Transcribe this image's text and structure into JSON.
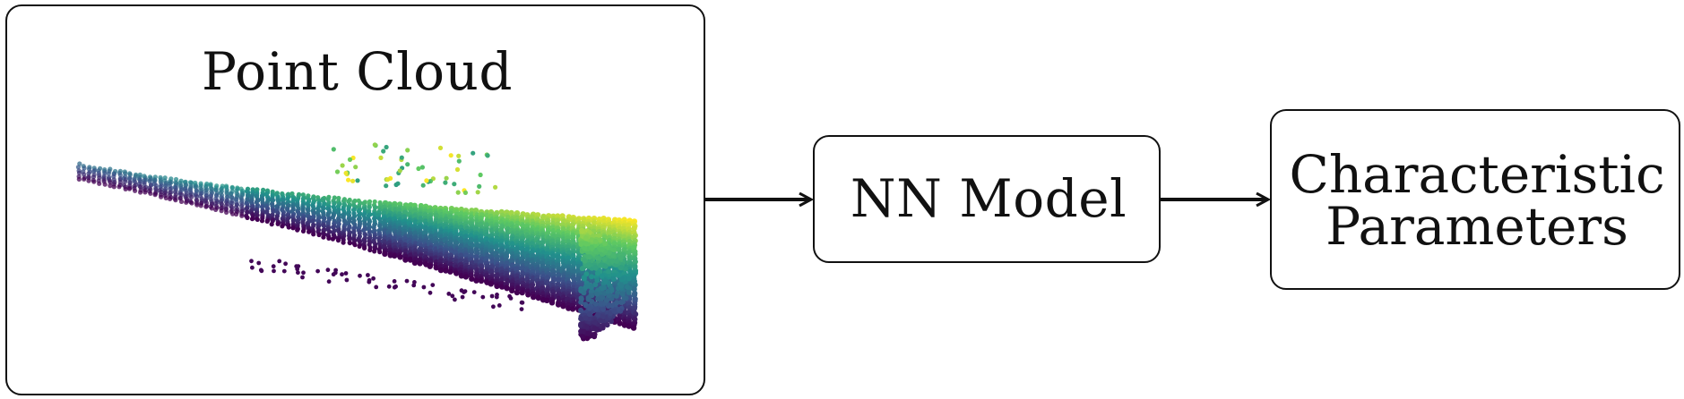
{
  "diagram": {
    "nodes": [
      {
        "id": "point-cloud",
        "label": "Point Cloud"
      },
      {
        "id": "nn-model",
        "label": "NN Model"
      },
      {
        "id": "characteristic-parameters",
        "lines": [
          "Characteristic",
          "Parameters"
        ]
      }
    ],
    "edges": [
      {
        "from": "point-cloud",
        "to": "nn-model"
      },
      {
        "from": "nn-model",
        "to": "characteristic-parameters"
      }
    ],
    "colors": {
      "stroke": "#111111",
      "colormap": [
        "#440154",
        "#3b528b",
        "#21918c",
        "#5ec962",
        "#fde725"
      ]
    },
    "colormap_name": "viridis"
  }
}
